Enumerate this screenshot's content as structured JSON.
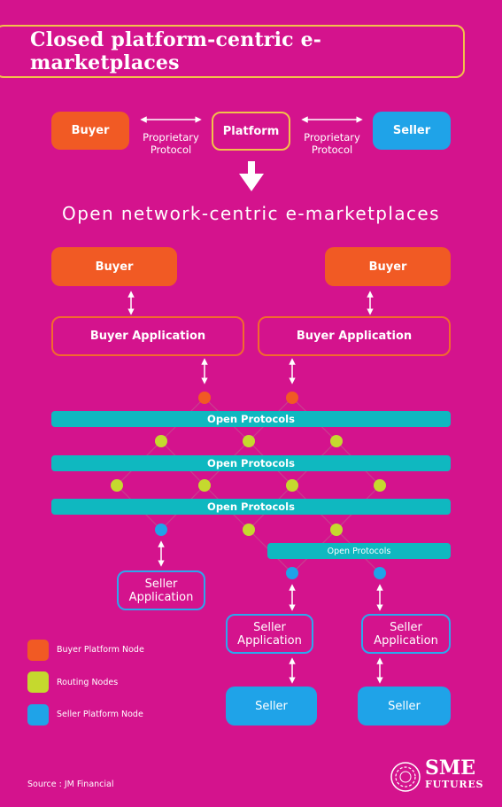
{
  "title": "Closed platform-centric e-marketplaces",
  "closed": {
    "buyer": "Buyer",
    "platform": "Platform",
    "seller": "Seller",
    "protocol_left": [
      "Proprietary",
      "Protocol"
    ],
    "protocol_right": [
      "Proprietary",
      "Protocol"
    ]
  },
  "subtitle": "Open network-centric e-marketplaces",
  "open": {
    "buyer_left": "Buyer",
    "buyer_right": "Buyer",
    "buyer_app_left": "Buyer Application",
    "buyer_app_right": "Buyer Application",
    "protocol_bar_1": "Open Protocols",
    "protocol_bar_2": "Open Protocols",
    "protocol_bar_3": "Open Protocols",
    "protocol_bar_4": "Open Protocols",
    "seller_app_1": [
      "Seller",
      "Application"
    ],
    "seller_app_2": [
      "Seller",
      "Application"
    ],
    "seller_app_3": [
      "Seller",
      "Application"
    ],
    "seller_1": "Seller",
    "seller_2": "Seller"
  },
  "legend": {
    "buyer_node": "Buyer Platform Node",
    "routing_node": "Routing Nodes",
    "seller_node": "Seller Platform Node"
  },
  "source": "Source : JM Financial",
  "logo": {
    "top": "SME",
    "bottom": "FUTURES"
  },
  "colors": {
    "background": "#d4138d",
    "buyer": "#f15a24",
    "seller": "#1fa3e8",
    "routing": "#c5d92e",
    "protocol": "#0fb8c0",
    "accent": "#f2c14a"
  }
}
